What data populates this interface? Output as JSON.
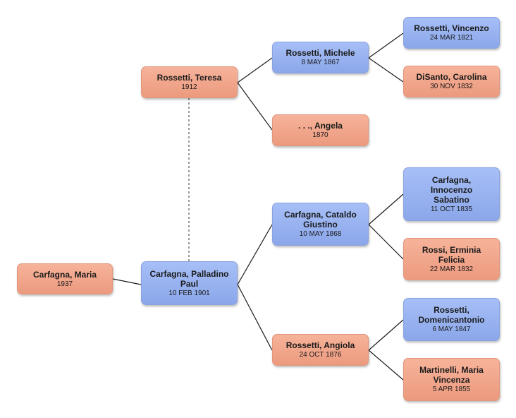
{
  "colors": {
    "male_top": "#a7bff7",
    "male_bottom": "#8ba7ea",
    "female_top": "#f6b39a",
    "female_bottom": "#ec9a7e",
    "line": "#1a1a1a"
  },
  "people": {
    "maria": {
      "name": "Carfagna, Maria",
      "date": "1937",
      "sex": "female"
    },
    "paul": {
      "name": "Carfagna, Palladino\nPaul",
      "date": "10 FEB 1901",
      "sex": "male"
    },
    "teresa": {
      "name": "Rossetti, Teresa",
      "date": "1912",
      "sex": "female"
    },
    "michele": {
      "name": "Rossetti, Michele",
      "date": "8 MAY 1867",
      "sex": "male"
    },
    "angela": {
      "name": ". . ., Angela",
      "date": "1870",
      "sex": "female"
    },
    "vincenzo": {
      "name": "Rossetti, Vincenzo",
      "date": "24 MAR 1821",
      "sex": "male"
    },
    "carolina": {
      "name": "DiSanto, Carolina",
      "date": "30 NOV 1832",
      "sex": "female"
    },
    "cataldo": {
      "name": "Carfagna, Cataldo\nGiustino",
      "date": "10 MAY 1868",
      "sex": "male"
    },
    "angiola": {
      "name": "Rossetti, Angiola",
      "date": "24 OCT 1876",
      "sex": "female"
    },
    "innocenzo": {
      "name": "Carfagna,\nInnocenzo\nSabatino",
      "date": "11 OCT 1835",
      "sex": "male"
    },
    "erminia": {
      "name": "Rossi, Erminia\nFelicia",
      "date": "22 MAR 1832",
      "sex": "female"
    },
    "domenicantonio": {
      "name": "Rossetti,\nDomenicantonio",
      "date": "6 MAY 1847",
      "sex": "male"
    },
    "martinelli": {
      "name": "Martinelli, Maria\nVincenza",
      "date": "5 APR 1855",
      "sex": "female"
    }
  }
}
